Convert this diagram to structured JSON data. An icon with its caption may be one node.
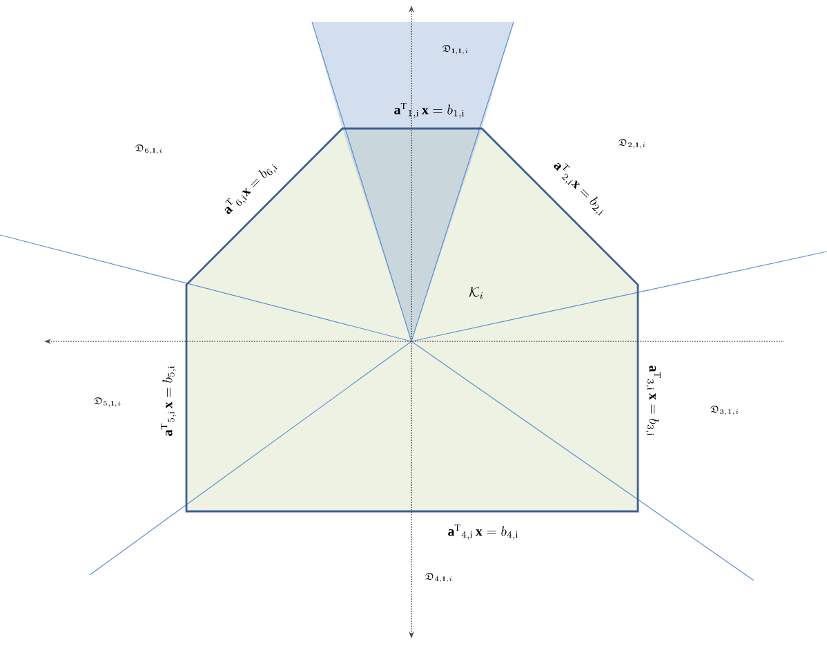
{
  "diagram": {
    "labels": [
      "\\mathfrak{D}_{\\mathbf{1},\\mathbf{1},i}",
      "\\mathbf{a}^{\\mathrm{T}}{}_{1,\\mathrm{i}}\\,\\mathbf{x} = b_{1,\\mathrm{i}}",
      "\\mathfrak{D}_{6,\\mathbf{1},i}",
      "\\mathfrak{D}_{2,\\mathbf{1},i}",
      "\\mathbf{a}^{\\mathrm{T}}{}_{6,\\mathrm{i}}\\mathbf{x} = b_{6,\\mathrm{i}}",
      "\\mathbf{a}^{\\mathrm{T}}{}_{2,\\mathrm{i}}\\mathbf{x} = b_{2,\\mathrm{i}}",
      "\\mathcal{K}_i",
      "\\mathfrak{D}_{5,\\mathbf{1},i}",
      "\\mathbf{a}^{\\mathrm{T}}{}_{5,\\mathrm{i}}\\,\\mathbf{x} = b_{5,\\mathrm{i}}",
      "\\mathbf{a}^{\\mathrm{T}}{}_{3,\\mathrm{i}}\\,\\mathbf{x} = b_{3,\\mathrm{i}}",
      "\\mathfrak{D}_{3,1,i}",
      "\\mathbf{a}^{\\mathrm{T}}{}_{4,\\mathrm{i}}\\,\\mathbf{x}= b_{4,\\mathrm{i}}",
      "\\mathfrak{D}_{4,\\mathbf{1},i}"
    ]
  }
}
